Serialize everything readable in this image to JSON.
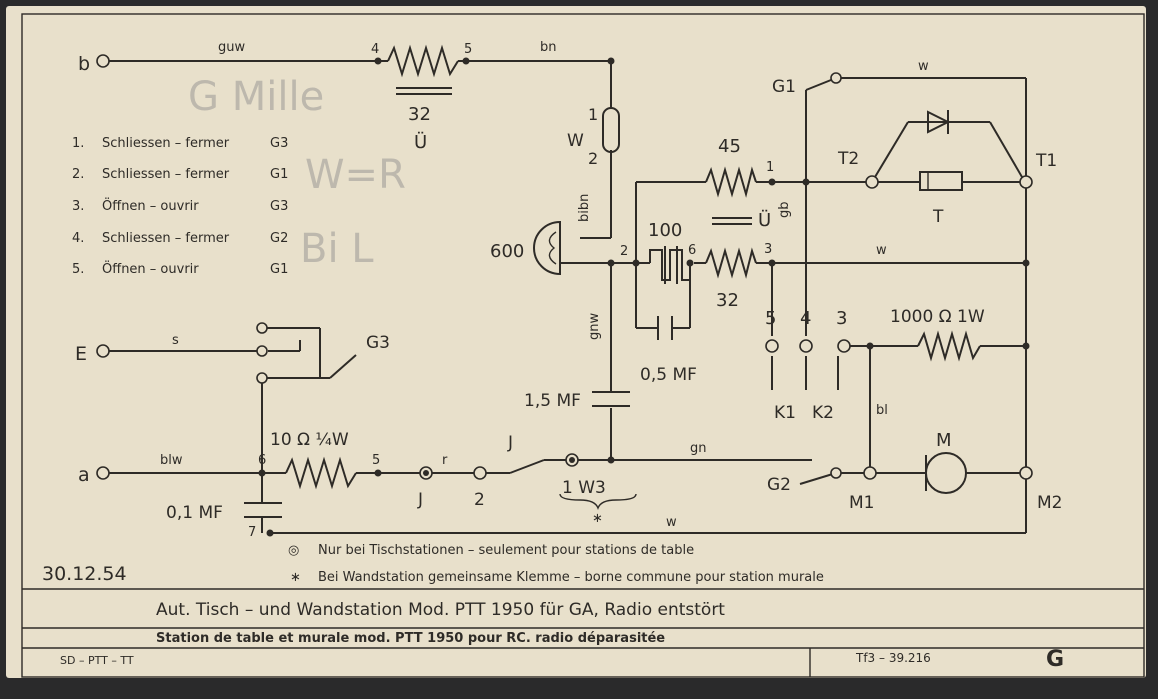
{
  "terminals": {
    "b": "b",
    "E": "E",
    "a": "a",
    "G1": "G1",
    "G2": "G2",
    "G3": "G3",
    "T1": "T1",
    "T2": "T2",
    "T": "T",
    "M": "M",
    "M1": "M1",
    "M2": "M2",
    "J_top": "J",
    "J_bottom": "J",
    "W": "W",
    "W3": "1  W3",
    "K1": "K1",
    "K2": "K2"
  },
  "wires": {
    "guw": "guw",
    "bn": "bn",
    "w_top": "w",
    "bibn": "bibn",
    "gb": "gb",
    "w_mid": "w",
    "gnw": "gnw",
    "s": "s",
    "blw": "blw",
    "r": "r",
    "gn": "gn",
    "bl": "bl",
    "w_bottom": "w"
  },
  "components": {
    "res_32_top": "32",
    "u_top": "Ü",
    "res_45": "45",
    "u_mid": "Ü",
    "cap_100": "100",
    "res_32_mid": "32",
    "cap_05": "0,5 MF",
    "receiver": "600",
    "cap_15": "1,5 MF",
    "res_1000": "1000 Ω 1W",
    "res_10": "10 Ω ¼W",
    "cap_01": "0,1 MF"
  },
  "numbers": {
    "n4_top": "4",
    "n5_top": "5",
    "n1_w": "1",
    "n2_w": "2",
    "n1_r": "1",
    "n2_rec": "2",
    "n6_cap": "6",
    "n3_r": "3",
    "k5": "5",
    "k4": "4",
    "k3": "3",
    "n6_a": "6",
    "n5_a": "5",
    "n7": "7",
    "n2_j": "2"
  },
  "legend": [
    {
      "num": "1.",
      "text": "Schliessen – fermer",
      "code": "G3"
    },
    {
      "num": "2.",
      "text": "Schliessen – fermer",
      "code": "G1"
    },
    {
      "num": "3.",
      "text": "Öffnen   –  ouvrir",
      "code": "G3"
    },
    {
      "num": "4.",
      "text": "Schliessen – fermer",
      "code": "G2"
    },
    {
      "num": "5.",
      "text": "Öffnen   –  ouvrir",
      "code": "G1"
    }
  ],
  "pencil": {
    "line1": "G Mille",
    "line2": "W=R",
    "line3": "Bi L"
  },
  "notes": {
    "circle_sym": "◎",
    "circle_text": "Nur bei Tischstationen  –  seulement  pour  stations  de table",
    "star_sym": "∗",
    "star_text": "Bei Wandstation gemeinsame Klemme  – borne commune pour station murale"
  },
  "date": "30.12.54",
  "footer": {
    "title": "Aut. Tisch – und Wandstation  Mod.  PTT 1950  für GA,  Radio  entstört",
    "subtitle": "Station  de table et murale mod.  PTT 1950  pour RC.   radio  déparasitée",
    "left_code": "SD – PTT – TT",
    "right_code": "Tf3 – 39.216",
    "logo": "G"
  }
}
